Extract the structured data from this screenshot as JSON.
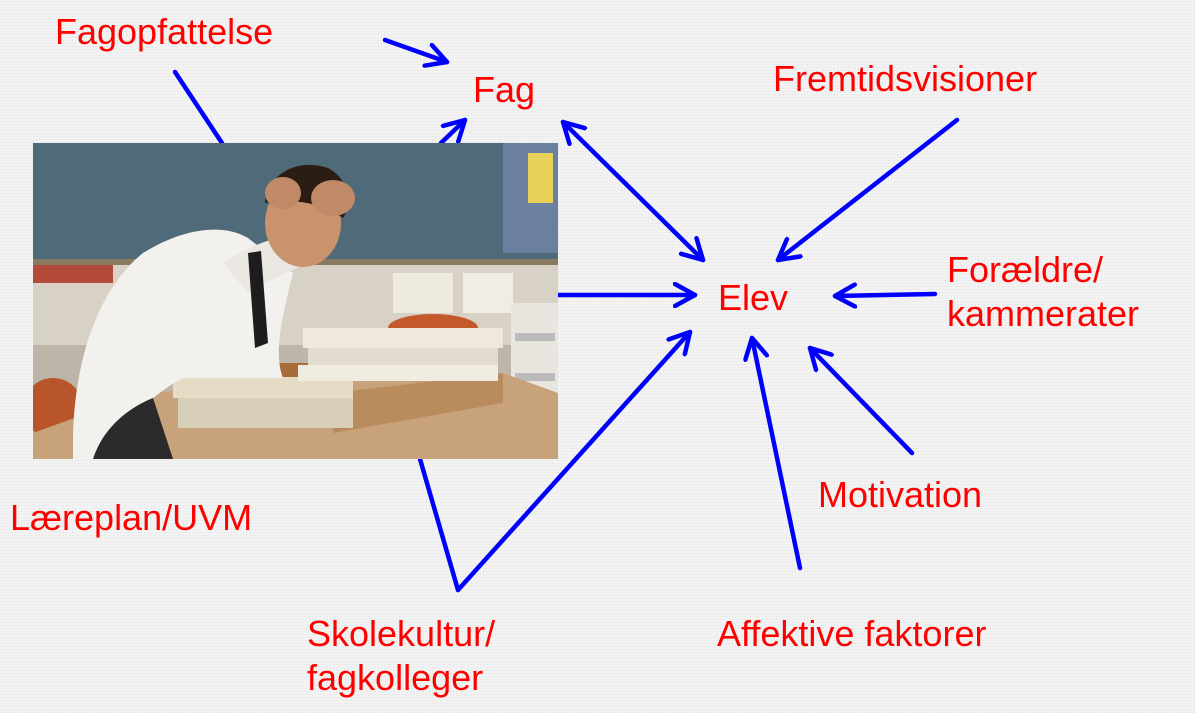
{
  "colors": {
    "label": "#ff0000",
    "arrow": "#0000ff",
    "background": "#f4f4f4"
  },
  "labels": {
    "fagopfattelse": "Fagopfattelse",
    "fag": "Fag",
    "fremtidsvisioner": "Fremtidsvisioner",
    "elev": "Elev",
    "foraeldre_line1": "Forældre/",
    "foraeldre_line2": "kammerater",
    "motivation": "Motivation",
    "laereplan": "Læreplan/UVM",
    "skolekultur_line1": "Skolekultur/",
    "skolekultur_line2": "fagkolleger",
    "affektive": "Affektive faktorer"
  },
  "image": {
    "subject": "stressed-teacher-at-desk-photo"
  }
}
